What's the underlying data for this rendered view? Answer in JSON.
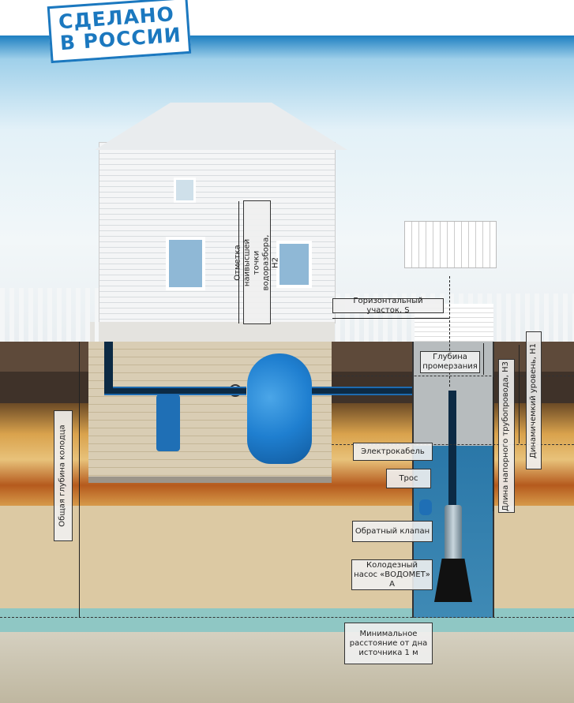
{
  "stamp": {
    "line1": "СДЕЛАНО",
    "line2": "В РОССИИ"
  },
  "labels": {
    "h2": "Отметка наивысшей точки водоразбора, H2",
    "s": "Горизонтальный участок, S",
    "freeze": "Глубина промерзания",
    "h3": "Длина напорного трубопровода, H3",
    "h1": "Динамичемкий уровень, H1",
    "total_depth": "Общая глубина колодца",
    "cable": "Электрокабель",
    "rope": "Трос",
    "check_valve": "Обратный клапан",
    "pump": "Колодезный насос «ВОДОМЕТ» А",
    "min_distance": "Минимальное расстояние от дна источника 1 м"
  },
  "colors": {
    "tank": "#1f7fd0",
    "water": "#2a77a8",
    "brick": "#d9cdb4"
  }
}
